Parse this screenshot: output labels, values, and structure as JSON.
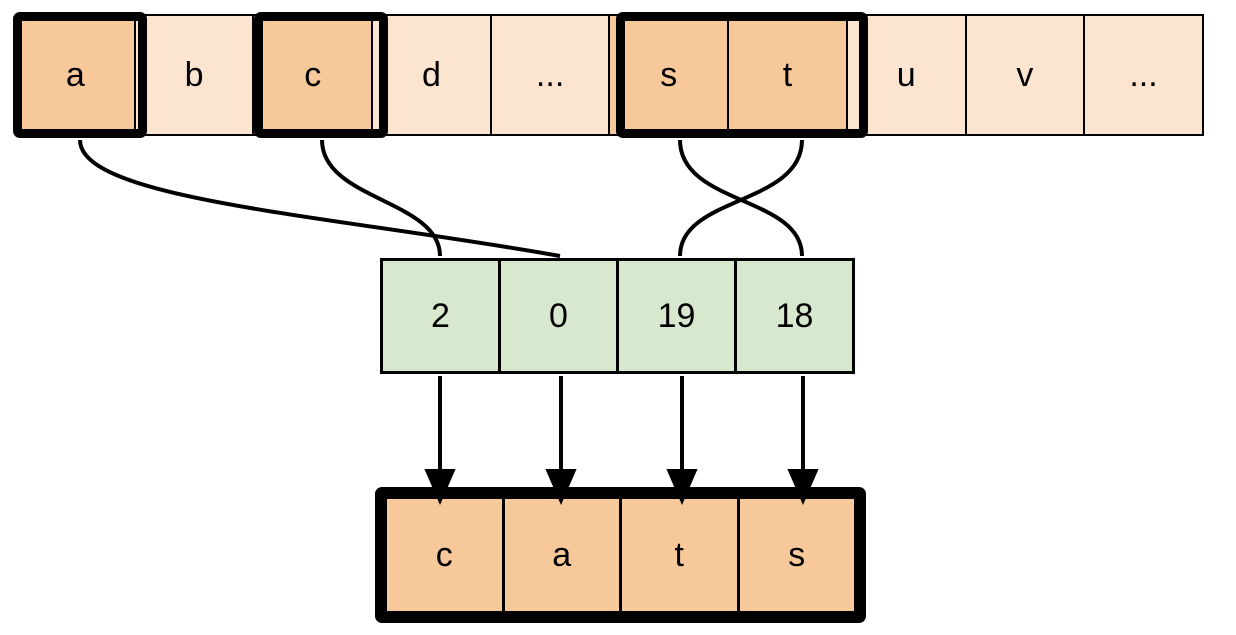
{
  "diagram": {
    "title": "character-to-index encoding diagram",
    "colors": {
      "cell_fill_light": "#FBE5D0",
      "cell_fill_highlight": "#F7C89A",
      "index_fill": "#D7E8CF",
      "stroke": "#000000",
      "background": "#FFFFFF"
    }
  },
  "alphabet_row": {
    "name": "alphabet",
    "cells": [
      {
        "label": "a",
        "highlighted": true
      },
      {
        "label": "b",
        "highlighted": false
      },
      {
        "label": "c",
        "highlighted": true
      },
      {
        "label": "d",
        "highlighted": false
      },
      {
        "label": "...",
        "highlighted": false
      },
      {
        "label": "s",
        "highlighted": true
      },
      {
        "label": "t",
        "highlighted": true
      },
      {
        "label": "u",
        "highlighted": false
      },
      {
        "label": "v",
        "highlighted": false
      },
      {
        "label": "...",
        "highlighted": false
      }
    ]
  },
  "index_row": {
    "name": "index-array",
    "cells": [
      {
        "label": "2"
      },
      {
        "label": "0"
      },
      {
        "label": "19"
      },
      {
        "label": "18"
      }
    ]
  },
  "result_row": {
    "name": "decoded-word",
    "word": "cats",
    "cells": [
      {
        "label": "c"
      },
      {
        "label": "a"
      },
      {
        "label": "t"
      },
      {
        "label": "s"
      }
    ]
  },
  "connections": {
    "curves": [
      {
        "from": "a",
        "to": "0",
        "from_index": 0,
        "to_index": 1
      },
      {
        "from": "c",
        "to": "2",
        "from_index": 2,
        "to_index": 0
      },
      {
        "from": "s",
        "to": "18",
        "from_index": 5,
        "to_index": 3
      },
      {
        "from": "t",
        "to": "19",
        "from_index": 6,
        "to_index": 2
      }
    ],
    "arrows": [
      {
        "from": "2",
        "to": "c"
      },
      {
        "from": "0",
        "to": "a"
      },
      {
        "from": "19",
        "to": "t"
      },
      {
        "from": "18",
        "to": "s"
      }
    ]
  }
}
